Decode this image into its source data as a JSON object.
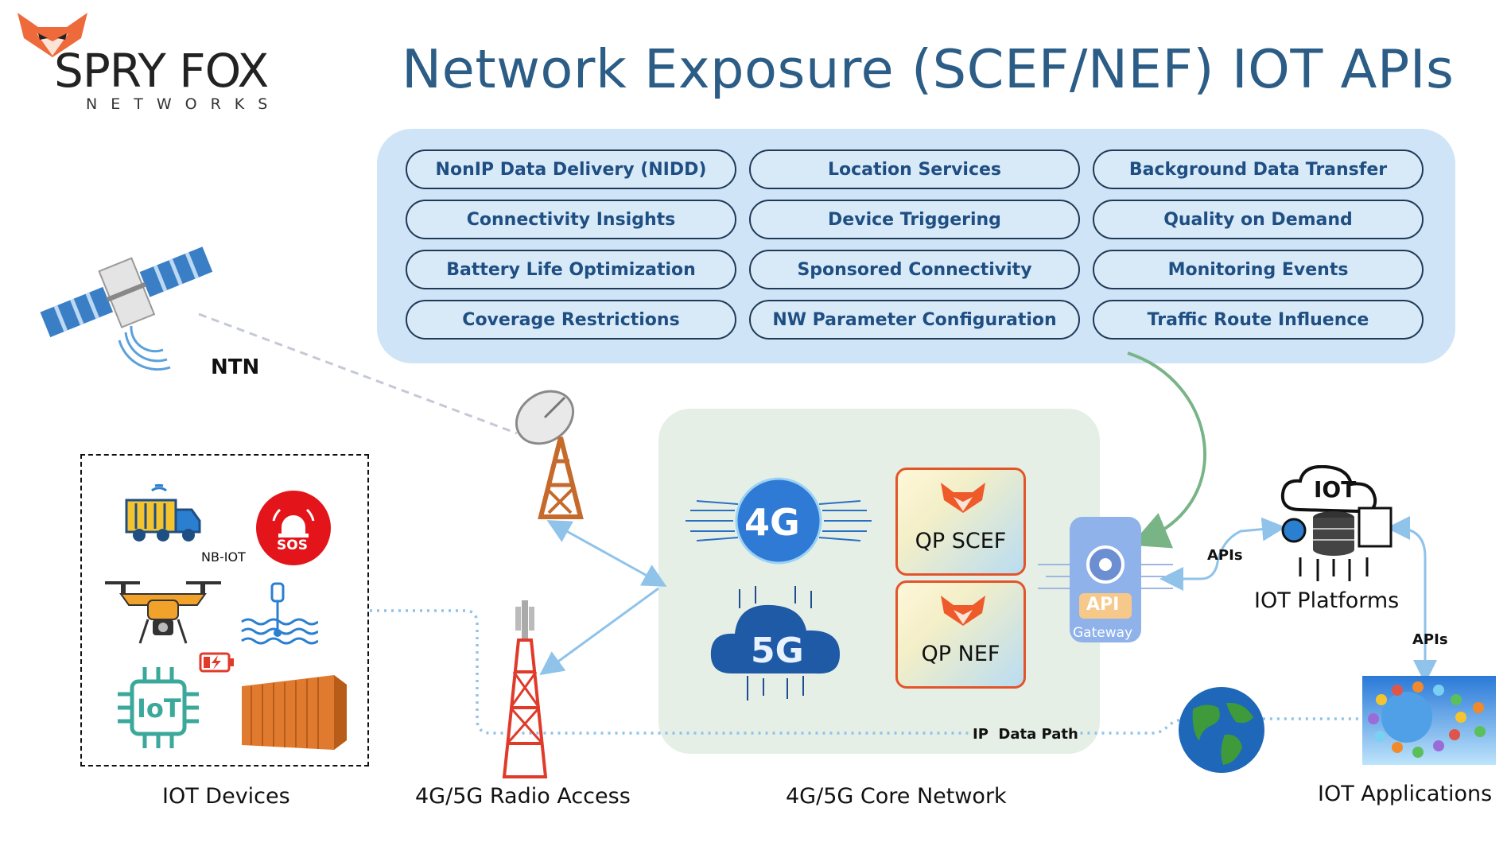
{
  "title": "Network Exposure (SCEF/NEF) IOT APIs",
  "logo": {
    "name": "SPRY FOX",
    "sub": "NETWORKS"
  },
  "apis": [
    "NonIP Data Delivery (NIDD)",
    "Location Services",
    "Background Data Transfer",
    "Connectivity Insights",
    "Device Triggering",
    "Quality on Demand",
    "Battery Life Optimization",
    "Sponsored Connectivity",
    "Monitoring Events",
    "Coverage Restrictions",
    "NW Parameter Configuration",
    "Traffic Route Influence"
  ],
  "labels": {
    "ntn": "NTN",
    "nb_iot": "NB-IOT",
    "sos": "SOS",
    "iot_devices": "IOT Devices",
    "radio_access": "4G/5G Radio Access",
    "core_network": "4G/5G Core Network",
    "iot_platforms": "IOT Platforms",
    "iot_applications": "IOT Applications",
    "apis_1": "APIs",
    "apis_2": "APIs",
    "ip_data_path": "IP  Data Path",
    "badge_4g": "4G",
    "badge_5g": "5G",
    "iot_cloud": "IOT",
    "iot_chip": "IoT",
    "api_badge": "API",
    "gateway": "Gateway"
  },
  "functions": {
    "scef": "QP SCEF",
    "nef": "QP NEF"
  },
  "colors": {
    "title": "#2b5d86",
    "panel": "#cfe4f6",
    "pill_text": "#1f4e82",
    "core_bg": "#e5efe6",
    "func_border": "#e2552a",
    "link": "#8fc3ea",
    "api_arrow": "#79b487"
  },
  "icons": [
    "fox-logo-icon",
    "satellite-icon",
    "dish-antenna-icon",
    "cell-tower-icon",
    "truck-icon",
    "sos-alarm-icon",
    "drone-icon",
    "water-sensor-icon",
    "iot-chip-icon",
    "battery-low-icon",
    "shipping-container-icon",
    "4g-icon",
    "5g-cloud-icon",
    "fox-icon",
    "api-gateway-icon",
    "iot-platform-icon",
    "globe-icon",
    "apps-grid-icon"
  ]
}
